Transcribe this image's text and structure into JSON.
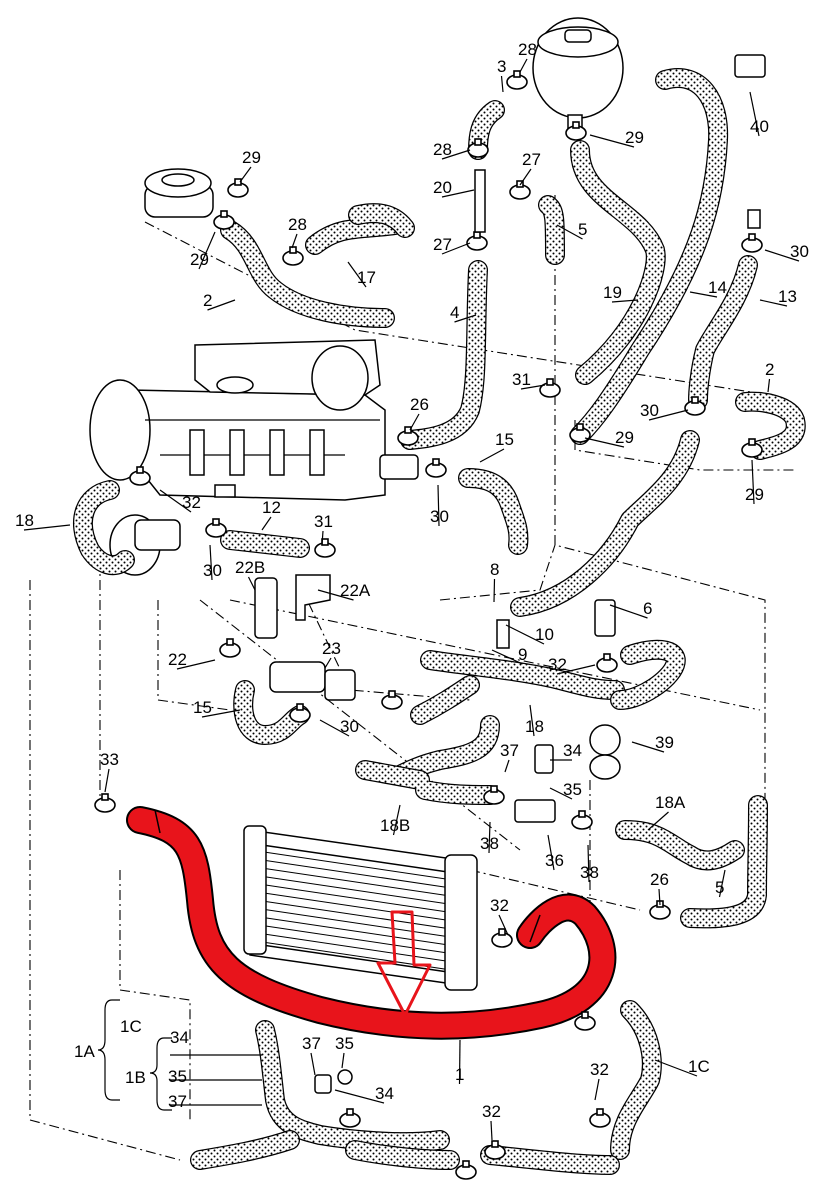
{
  "diagram": {
    "highlight_color": "#e8141b",
    "hose_pattern": "dotted",
    "callouts": [
      {
        "id": "c28a",
        "text": "28"
      },
      {
        "id": "c3",
        "text": "3"
      },
      {
        "id": "c29a",
        "text": "29"
      },
      {
        "id": "c28b",
        "text": "28"
      },
      {
        "id": "c27a",
        "text": "27"
      },
      {
        "id": "c20",
        "text": "20"
      },
      {
        "id": "c5a",
        "text": "5"
      },
      {
        "id": "c27b",
        "text": "27"
      },
      {
        "id": "c40",
        "text": "40"
      },
      {
        "id": "c30a",
        "text": "30"
      },
      {
        "id": "c13",
        "text": "13"
      },
      {
        "id": "c19",
        "text": "19"
      },
      {
        "id": "c14",
        "text": "14"
      },
      {
        "id": "c4",
        "text": "4"
      },
      {
        "id": "c29b",
        "text": "29"
      },
      {
        "id": "c29c",
        "text": "29"
      },
      {
        "id": "c28c",
        "text": "28"
      },
      {
        "id": "c17",
        "text": "17"
      },
      {
        "id": "c2a",
        "text": "2"
      },
      {
        "id": "c31a",
        "text": "31"
      },
      {
        "id": "c2b",
        "text": "2"
      },
      {
        "id": "c30b",
        "text": "30"
      },
      {
        "id": "c29d",
        "text": "29"
      },
      {
        "id": "c26a",
        "text": "26"
      },
      {
        "id": "c15a",
        "text": "15"
      },
      {
        "id": "c29e",
        "text": "29"
      },
      {
        "id": "c32a",
        "text": "32"
      },
      {
        "id": "c18a",
        "text": "18"
      },
      {
        "id": "c12",
        "text": "12"
      },
      {
        "id": "c31b",
        "text": "31"
      },
      {
        "id": "c30c",
        "text": "30"
      },
      {
        "id": "c30d",
        "text": "30"
      },
      {
        "id": "c22B",
        "text": "22B"
      },
      {
        "id": "c22A",
        "text": "22A"
      },
      {
        "id": "c8",
        "text": "8"
      },
      {
        "id": "c6",
        "text": "6"
      },
      {
        "id": "c10",
        "text": "10"
      },
      {
        "id": "c9",
        "text": "9"
      },
      {
        "id": "c22",
        "text": "22"
      },
      {
        "id": "c23",
        "text": "23"
      },
      {
        "id": "c32b",
        "text": "32"
      },
      {
        "id": "c15b",
        "text": "15"
      },
      {
        "id": "c30e",
        "text": "30"
      },
      {
        "id": "c18b",
        "text": "18"
      },
      {
        "id": "c39",
        "text": "39"
      },
      {
        "id": "c37a",
        "text": "37"
      },
      {
        "id": "c34a",
        "text": "34"
      },
      {
        "id": "c33",
        "text": "33"
      },
      {
        "id": "c35a",
        "text": "35"
      },
      {
        "id": "c18A",
        "text": "18A"
      },
      {
        "id": "c18B",
        "text": "18B"
      },
      {
        "id": "c38a",
        "text": "38"
      },
      {
        "id": "c36",
        "text": "36"
      },
      {
        "id": "c38b",
        "text": "38"
      },
      {
        "id": "c26b",
        "text": "26"
      },
      {
        "id": "c5b",
        "text": "5"
      },
      {
        "id": "c32c",
        "text": "32"
      },
      {
        "id": "c1",
        "text": "1"
      },
      {
        "id": "c1C_a",
        "text": "1C"
      },
      {
        "id": "c34b",
        "text": "34"
      },
      {
        "id": "c1A",
        "text": "1A"
      },
      {
        "id": "c1B",
        "text": "1B"
      },
      {
        "id": "c35b",
        "text": "35"
      },
      {
        "id": "c37b",
        "text": "37"
      },
      {
        "id": "c37c",
        "text": "37"
      },
      {
        "id": "c35c",
        "text": "35"
      },
      {
        "id": "c34c",
        "text": "34"
      },
      {
        "id": "c32d",
        "text": "32"
      },
      {
        "id": "c1C_b",
        "text": "1C"
      },
      {
        "id": "c32e",
        "text": "32"
      }
    ]
  }
}
